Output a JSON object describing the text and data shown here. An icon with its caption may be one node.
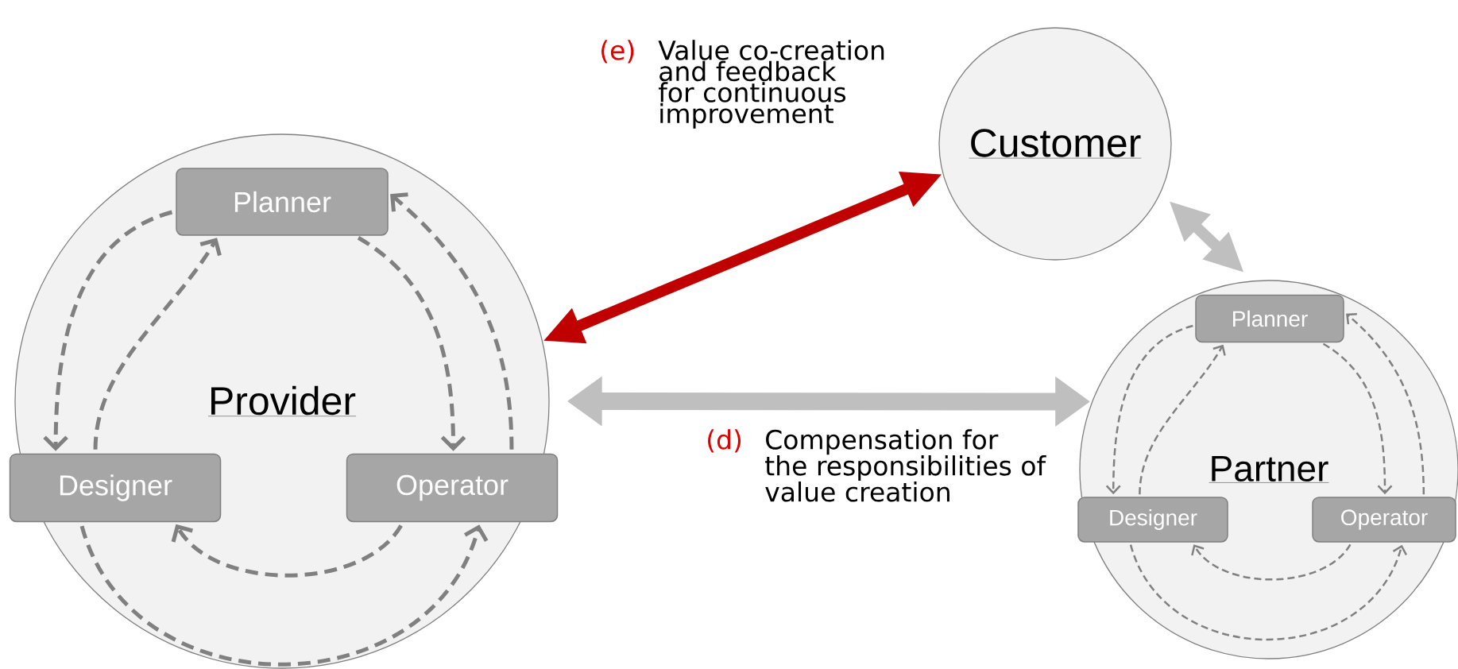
{
  "diagram": {
    "nodes": [
      {
        "text": [
          "Provider"
        ]
      },
      {
        "text": [
          "Planner"
        ],
        "in": 0
      },
      {
        "text": [
          "Designer"
        ],
        "in": 0
      },
      {
        "text": [
          "Operator"
        ],
        "in": 0
      },
      {
        "text": [
          "Customer"
        ]
      },
      {
        "text": [
          "Partner"
        ]
      },
      {
        "text": [
          "Planner"
        ],
        "in": 5
      },
      {
        "text": [
          "Designer"
        ],
        "in": 5
      },
      {
        "text": [
          "Operator"
        ],
        "in": 5
      }
    ],
    "edges": [
      {
        "from": 1,
        "to": 2,
        "arrow": "to",
        "style": "dashed"
      },
      {
        "from": 2,
        "to": 1,
        "arrow": "to",
        "style": "dashed"
      },
      {
        "from": 1,
        "to": 3,
        "arrow": "to",
        "style": "dashed"
      },
      {
        "from": 3,
        "to": 1,
        "arrow": "to",
        "style": "dashed"
      },
      {
        "from": 3,
        "to": 2,
        "arrow": "to",
        "style": "dashed"
      },
      {
        "from": 2,
        "to": 3,
        "arrow": "to",
        "style": "dashed"
      },
      {
        "from": 6,
        "to": 7,
        "arrow": "to",
        "style": "dashed"
      },
      {
        "from": 7,
        "to": 6,
        "arrow": "to",
        "style": "dashed"
      },
      {
        "from": 6,
        "to": 8,
        "arrow": "to",
        "style": "dashed"
      },
      {
        "from": 8,
        "to": 6,
        "arrow": "to",
        "style": "dashed"
      },
      {
        "from": 8,
        "to": 7,
        "arrow": "to",
        "style": "dashed"
      },
      {
        "from": 7,
        "to": 8,
        "arrow": "to",
        "style": "dashed"
      },
      {
        "from": 0,
        "to": 4,
        "arrow": "both",
        "style": "thick",
        "color": "#c00000",
        "label": "Value co-creation and feedback for continuous improvement"
      },
      {
        "from": 0,
        "to": 5,
        "arrow": "both",
        "style": "thick",
        "color": "#bfbfbf",
        "label": "Compensation for the responsibilities of value creation"
      },
      {
        "from": 4,
        "to": 5,
        "arrow": "both",
        "style": "thick",
        "color": "#bfbfbf"
      }
    ],
    "labels": [
      "(e)",
      "(d)"
    ]
  }
}
